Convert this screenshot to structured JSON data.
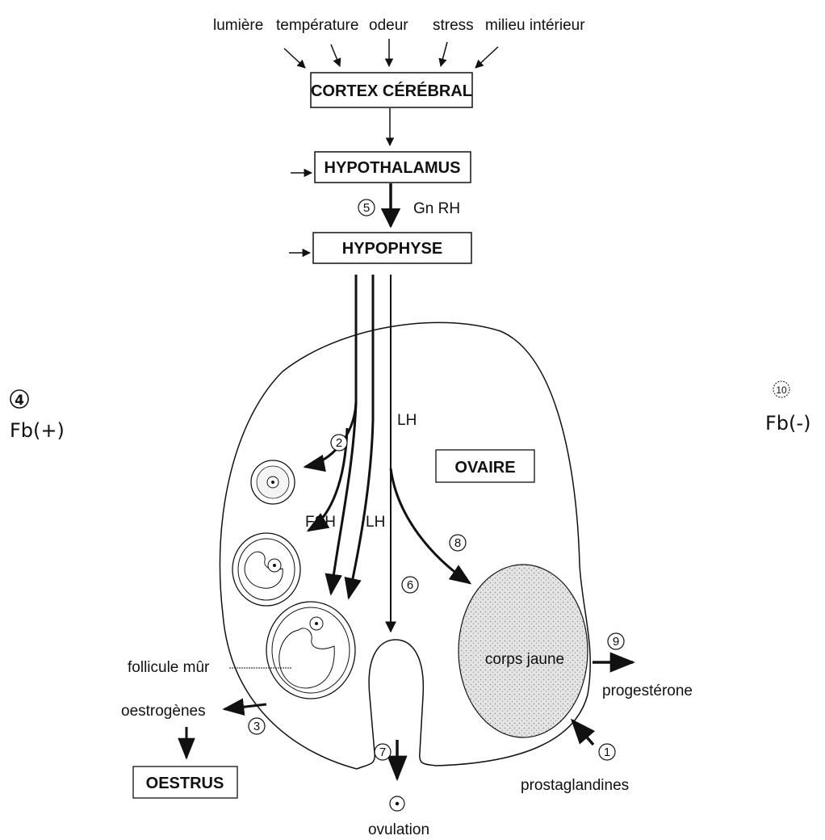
{
  "inputs": {
    "lumiere": "lumière",
    "temperature": "température",
    "odeur": "odeur",
    "stress": "stress",
    "milieu": "milieu intérieur"
  },
  "boxes": {
    "cortex": "CORTEX CÉRÉBRAL",
    "hypothalamus": "HYPOTHALAMUS",
    "hypophyse": "HYPOPHYSE",
    "ovaire": "OVAIRE",
    "oestrus": "OESTRUS"
  },
  "hormones": {
    "gnrh": "Gn RH",
    "fsh": "FSH",
    "lh_center": "LH",
    "lh_right": "LH"
  },
  "structures": {
    "follicule": "follicule mûr",
    "corps_jaune": "corps jaune",
    "oestrogenes": "oestrogènes",
    "progesterone": "progestérone",
    "prostaglandines": "prostaglandines",
    "ovulation": "ovulation"
  },
  "steps": {
    "s1": "1",
    "s2": "2",
    "s3": "3",
    "s5": "5",
    "s6": "6",
    "s7": "7",
    "s8": "8",
    "s9": "9",
    "s10": "10"
  },
  "annotations": {
    "four": "4",
    "fb_pos": "Fb(+)",
    "fb_neg": "Fb(-)"
  }
}
